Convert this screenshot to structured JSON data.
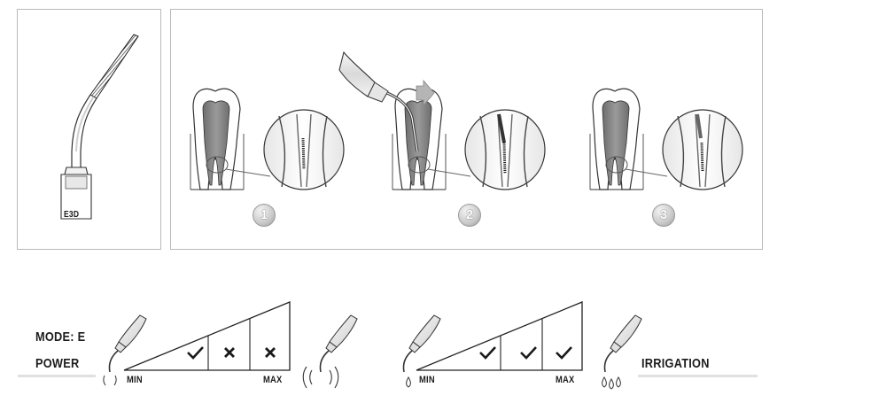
{
  "tip": {
    "code": "E3D"
  },
  "steps": [
    {
      "number": "1"
    },
    {
      "number": "2"
    },
    {
      "number": "3"
    }
  ],
  "settings": {
    "mode_label": "MODE: E",
    "power_label": "POWER",
    "irrigation_label": "IRRIGATION",
    "power_scale": {
      "min_label": "MIN",
      "max_label": "MAX",
      "levels": [
        "check",
        "cross",
        "cross"
      ]
    },
    "irrigation_scale": {
      "min_label": "MIN",
      "max_label": "MAX",
      "levels": [
        "check",
        "check",
        "check"
      ]
    }
  }
}
